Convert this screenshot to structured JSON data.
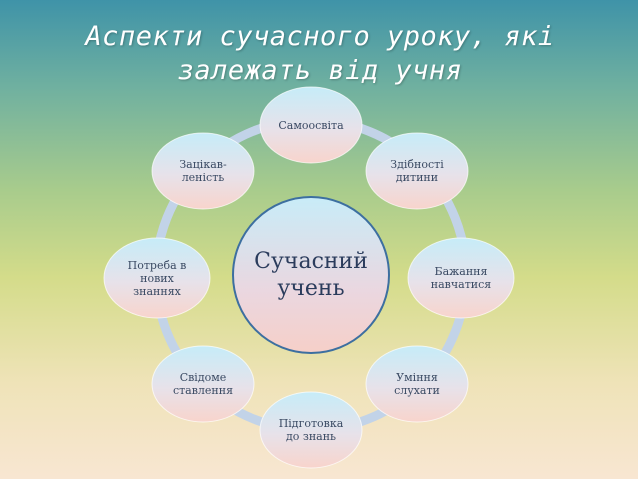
{
  "title": "Аспекти сучасного уроку, які\nзалежать від учня",
  "center": {
    "label": "Сучасний\nучень"
  },
  "nodes": [
    {
      "label": "Самоосвіта"
    },
    {
      "label": "Здібності\nдитини"
    },
    {
      "label": "Бажання\nнавчатися"
    },
    {
      "label": "Уміння\nслухати"
    },
    {
      "label": "Підготовка\nдо знань"
    },
    {
      "label": "Свідоме\nставлення"
    },
    {
      "label": "Потреба в\nнових\nзнаннях"
    },
    {
      "label": "Зацікав-\nленість"
    }
  ],
  "colors": {
    "ring": "#c2d3e8",
    "node_top": "#c5e9f6",
    "node_bottom": "#f6d2cc",
    "center_border": "#3d6fa0"
  }
}
